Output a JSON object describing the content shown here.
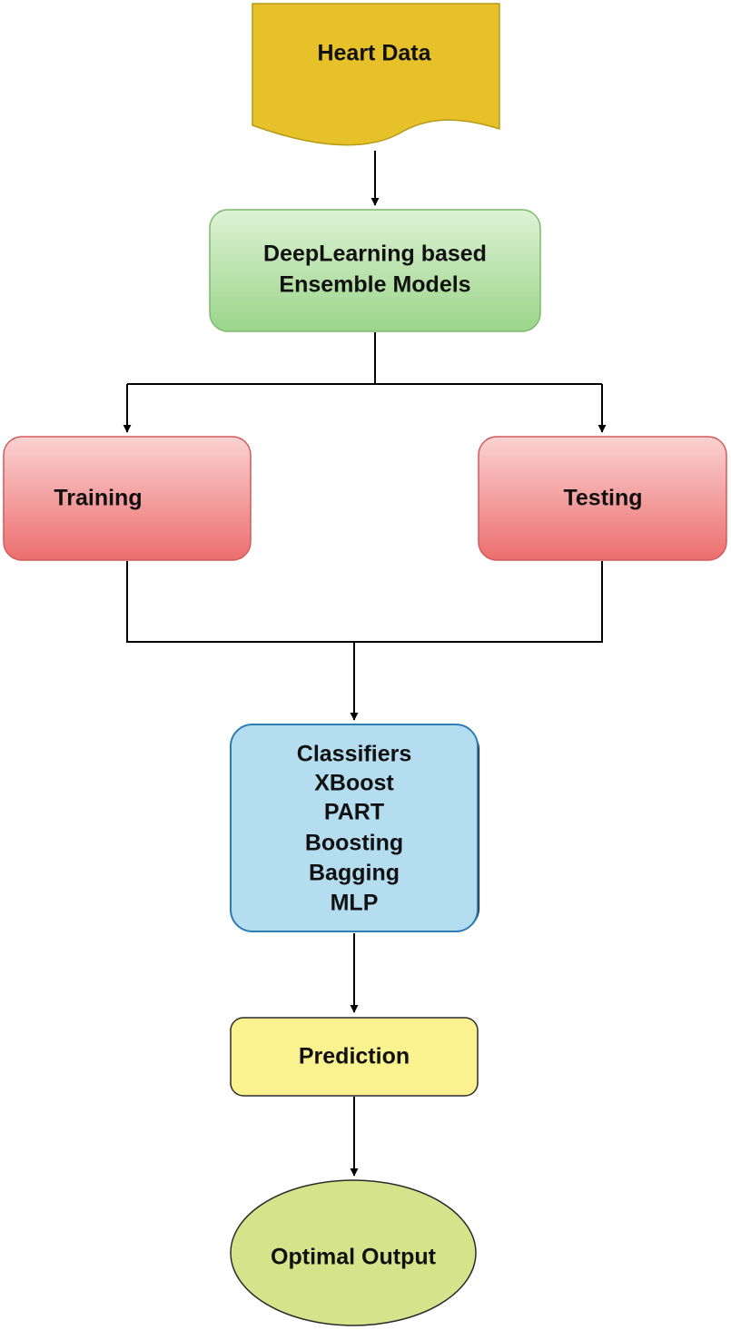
{
  "diagram": {
    "nodes": {
      "heart_data": {
        "label": "Heart Data",
        "shape": "document",
        "color": "#E6C12A"
      },
      "ensemble": {
        "lines": [
          "DeepLearning based",
          "Ensemble Models"
        ],
        "shape": "rounded-rect",
        "color": "#9BD58A"
      },
      "training": {
        "label": "Training",
        "shape": "rounded-rect",
        "color": "#EE7A7A"
      },
      "testing": {
        "label": "Testing",
        "shape": "rounded-rect",
        "color": "#EE7A7A"
      },
      "classifiers": {
        "lines": [
          "Classifiers",
          "XBoost",
          "PART",
          "Boosting",
          "Bagging",
          "MLP"
        ],
        "shape": "rounded-rect",
        "color": "#B5DDF0"
      },
      "prediction": {
        "label": "Prediction",
        "shape": "rounded-rect",
        "color": "#FAF18F"
      },
      "output": {
        "label": "Optimal Output",
        "shape": "ellipse",
        "color": "#D5E48A"
      }
    },
    "edges": [
      [
        "heart_data",
        "ensemble"
      ],
      [
        "ensemble",
        "training"
      ],
      [
        "ensemble",
        "testing"
      ],
      [
        "training",
        "classifiers"
      ],
      [
        "testing",
        "classifiers"
      ],
      [
        "classifiers",
        "prediction"
      ],
      [
        "prediction",
        "output"
      ]
    ]
  }
}
